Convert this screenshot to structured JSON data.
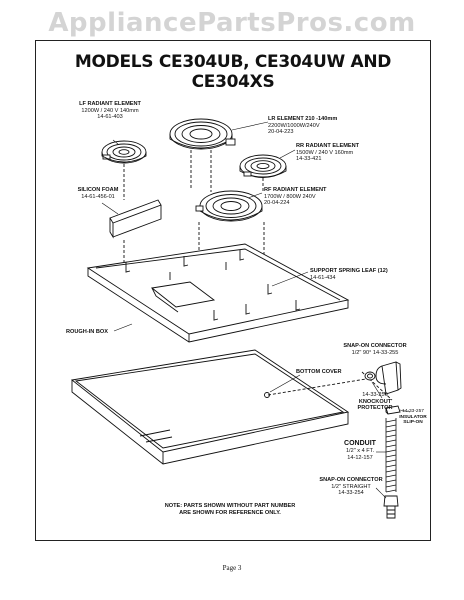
{
  "watermark": "AppliancePartsPros.com",
  "title": "MODELS CE304UB, CE304UW AND CE304XS",
  "labels": {
    "lf_element": {
      "name": "LF RADIANT ELEMENT",
      "spec": "1200W / 240 V 140mm",
      "part": "14-61-403"
    },
    "lr_element": {
      "name": "LR ELEMENT  210 -140mm",
      "spec": "2200W/1000W/240V",
      "part": "20-04-223"
    },
    "rr_element": {
      "name": "RR RADIANT ELEMENT",
      "spec": "1500W / 240 V 160mm",
      "part": "14-33-421"
    },
    "rf_element": {
      "name": "RF RADIANT ELEMENT",
      "spec": "1700W / 800W 240V",
      "part": "20-04-224"
    },
    "silicon_foam": {
      "name": "SILICON FOAM",
      "part": "14-61-456-01"
    },
    "support_spring": {
      "name": "SUPPORT SPRING LEAF (12)",
      "part": "14-61-434"
    },
    "rough_in_box": {
      "name": "ROUGH-IN BOX"
    },
    "snap_on_90": {
      "name": "SNAP-ON CONNECTOR",
      "spec": "1/2\" 90° 14-33-255"
    },
    "bottom_cover": {
      "name": "BOTTOM COVER"
    },
    "knockout": {
      "part": "14-33-256",
      "name1": "KNOCKOUT",
      "name2": "PROTECTOR"
    },
    "insulator": {
      "part": "14-33-257",
      "name1": "INSULATOR",
      "name2": "SLIP-ON"
    },
    "conduit": {
      "name": "CONDUIT",
      "spec": "1/2\" x 4 FT.",
      "part": "14-12-157"
    },
    "snap_on_straight": {
      "name": "SNAP-ON CONNECTOR",
      "spec": "1/2\" STRAIGHT",
      "part": "14-33-254"
    }
  },
  "note": {
    "line1": "NOTE: PARTS SHOWN WITHOUT PART NUMBER",
    "line2": "ARE SHOWN FOR REFERENCE ONLY."
  },
  "page_label": "Page 3"
}
